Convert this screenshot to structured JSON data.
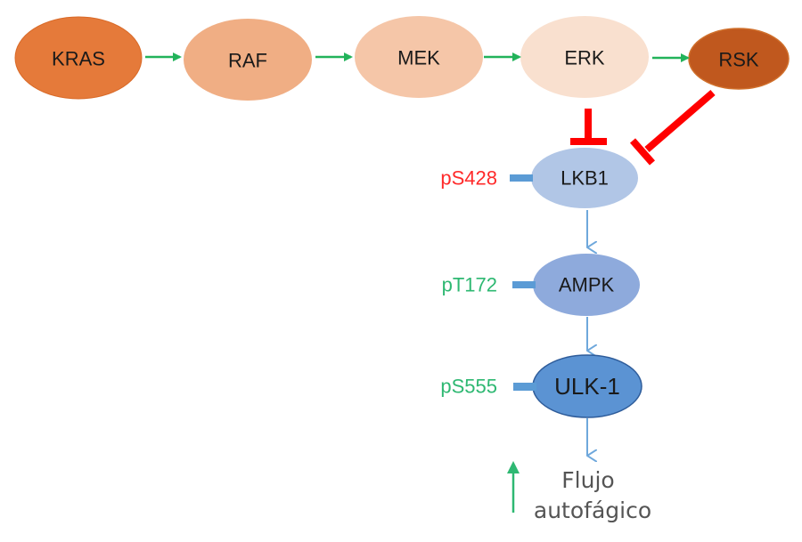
{
  "diagram": {
    "top_row": [
      {
        "id": "kras",
        "label": "KRAS",
        "color": "#E57A3A"
      },
      {
        "id": "raf",
        "label": "RAF",
        "color": "#F0AE84"
      },
      {
        "id": "mek",
        "label": "MEK",
        "color": "#F5C6A8"
      },
      {
        "id": "erk",
        "label": "ERK",
        "color": "#F9E0CF"
      },
      {
        "id": "rsk",
        "label": "RSK",
        "color": "#C0581E"
      }
    ],
    "cascade": [
      {
        "id": "lkb1",
        "label": "LKB1",
        "color": "#B1C6E6",
        "site": "pS428",
        "site_color": "#FF2A2A"
      },
      {
        "id": "ampk",
        "label": "AMPK",
        "color": "#8EAADC",
        "site": "pT172",
        "site_color": "#2EB872"
      },
      {
        "id": "ulk1",
        "label": "ULK-1",
        "color": "#5B93D3",
        "site": "pS555",
        "site_color": "#2EB872"
      }
    ],
    "output": {
      "line1": "Flujo",
      "line2": "autofágico",
      "indicator": "up-arrow",
      "indicator_color": "#2EB872"
    },
    "colors": {
      "activation_arrow": "#22B35A",
      "inhibition": "#FF0000",
      "cascade_arrow": "#6FA8DC",
      "phospho_bar": "#5B9BD5",
      "ulk1_outline": "#2E5C9A"
    }
  }
}
